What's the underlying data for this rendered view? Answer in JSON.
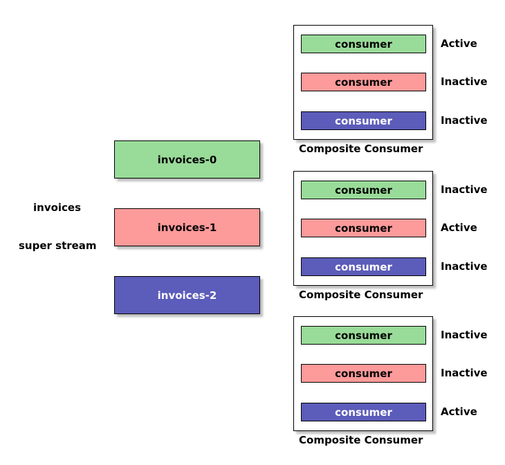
{
  "diagram": {
    "stream": {
      "name_label": "invoices",
      "type_label": "super stream",
      "partitions": [
        {
          "label": "invoices-0",
          "color_key": "green"
        },
        {
          "label": "invoices-1",
          "color_key": "pink"
        },
        {
          "label": "invoices-2",
          "color_key": "purple"
        }
      ]
    },
    "composites": [
      {
        "label": "Composite Consumer",
        "consumers": [
          {
            "label": "consumer",
            "color_key": "green",
            "status": "Active"
          },
          {
            "label": "consumer",
            "color_key": "pink",
            "status": "Inactive"
          },
          {
            "label": "consumer",
            "color_key": "purple",
            "status": "Inactive"
          }
        ]
      },
      {
        "label": "Composite Consumer",
        "consumers": [
          {
            "label": "consumer",
            "color_key": "green",
            "status": "Inactive"
          },
          {
            "label": "consumer",
            "color_key": "pink",
            "status": "Active"
          },
          {
            "label": "consumer",
            "color_key": "purple",
            "status": "Inactive"
          }
        ]
      },
      {
        "label": "Composite Consumer",
        "consumers": [
          {
            "label": "consumer",
            "color_key": "green",
            "status": "Inactive"
          },
          {
            "label": "consumer",
            "color_key": "pink",
            "status": "Inactive"
          },
          {
            "label": "consumer",
            "color_key": "purple",
            "status": "Active"
          }
        ]
      }
    ],
    "colors": {
      "green": "#99db99",
      "pink": "#fd9a9a",
      "purple": "#5c5cba",
      "border": "#000000",
      "background": "#ffffff",
      "text_dark": "#000000",
      "text_light": "#ffffff"
    }
  }
}
